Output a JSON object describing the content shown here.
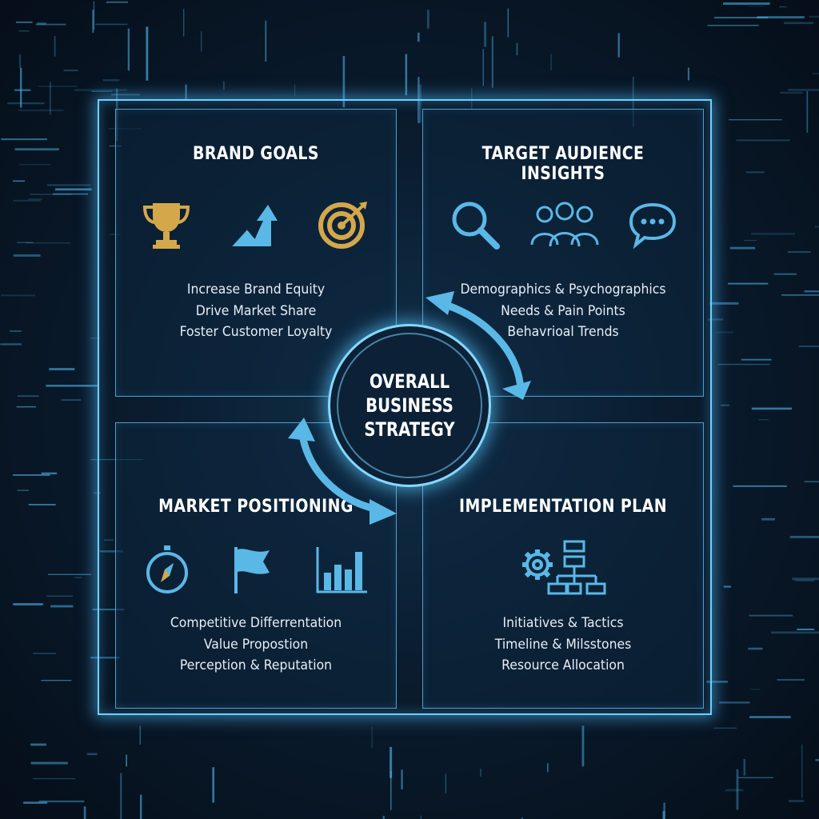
{
  "colors": {
    "accent": "#6fd0ff",
    "icon_blue": "#5ab8e6",
    "icon_gold": "#d4a84a",
    "background": "#0a1c2e"
  },
  "center": {
    "label": "OVERALL BUSINESS STRATEGY"
  },
  "quadrants": [
    {
      "title": "BRAND GOALS",
      "icons": [
        "trophy-icon",
        "growth-arrow-icon",
        "target-icon"
      ],
      "items": [
        "Increase Brand Equity",
        "Drive Market Share",
        "Foster Customer Loyalty"
      ]
    },
    {
      "title": "TARGET AUDIENCE INSIGHTS",
      "icons": [
        "magnifier-icon",
        "people-group-icon",
        "speech-bubble-icon"
      ],
      "items": [
        "Demographics & Psychographics",
        "Needs & Pain Points",
        "Behavrioal Trends"
      ]
    },
    {
      "title": "MARKET POSITIONING",
      "icons": [
        "compass-icon",
        "flag-icon",
        "bar-chart-icon"
      ],
      "items": [
        "Competitive Differrentation",
        "Value Propostion",
        "Perception & Reputation"
      ]
    },
    {
      "title": "IMPLEMENTATION PLAN",
      "icons": [
        "gear-flowchart-icon"
      ],
      "items": [
        "Initiatives & Tactics",
        "Timeline & Milsstones",
        "Resource Allocation"
      ]
    }
  ]
}
